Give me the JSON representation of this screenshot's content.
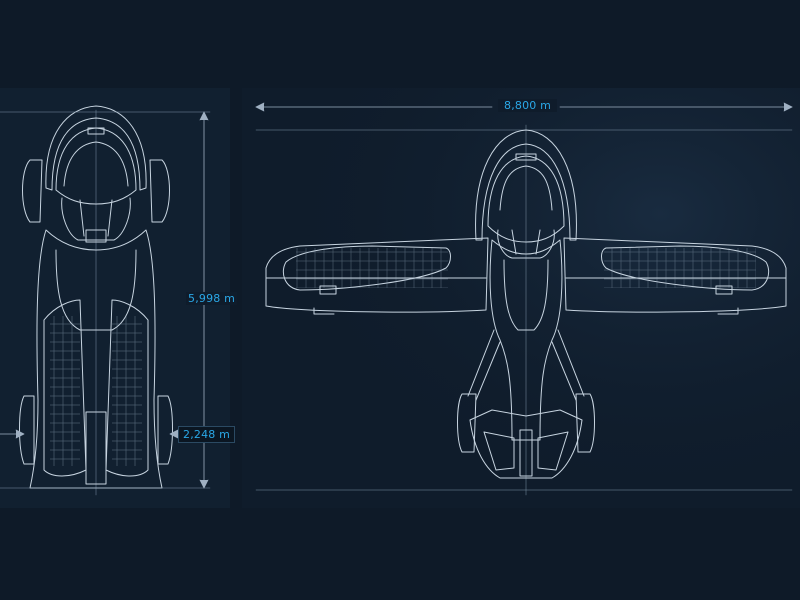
{
  "dimensions": {
    "width": "8,800 m",
    "length": "5,998 m",
    "track": "2,248 m"
  },
  "colors": {
    "background": "#0e1a28",
    "panel": "#112030",
    "line": "#c7d4e0",
    "accent": "#2aa7e6"
  }
}
